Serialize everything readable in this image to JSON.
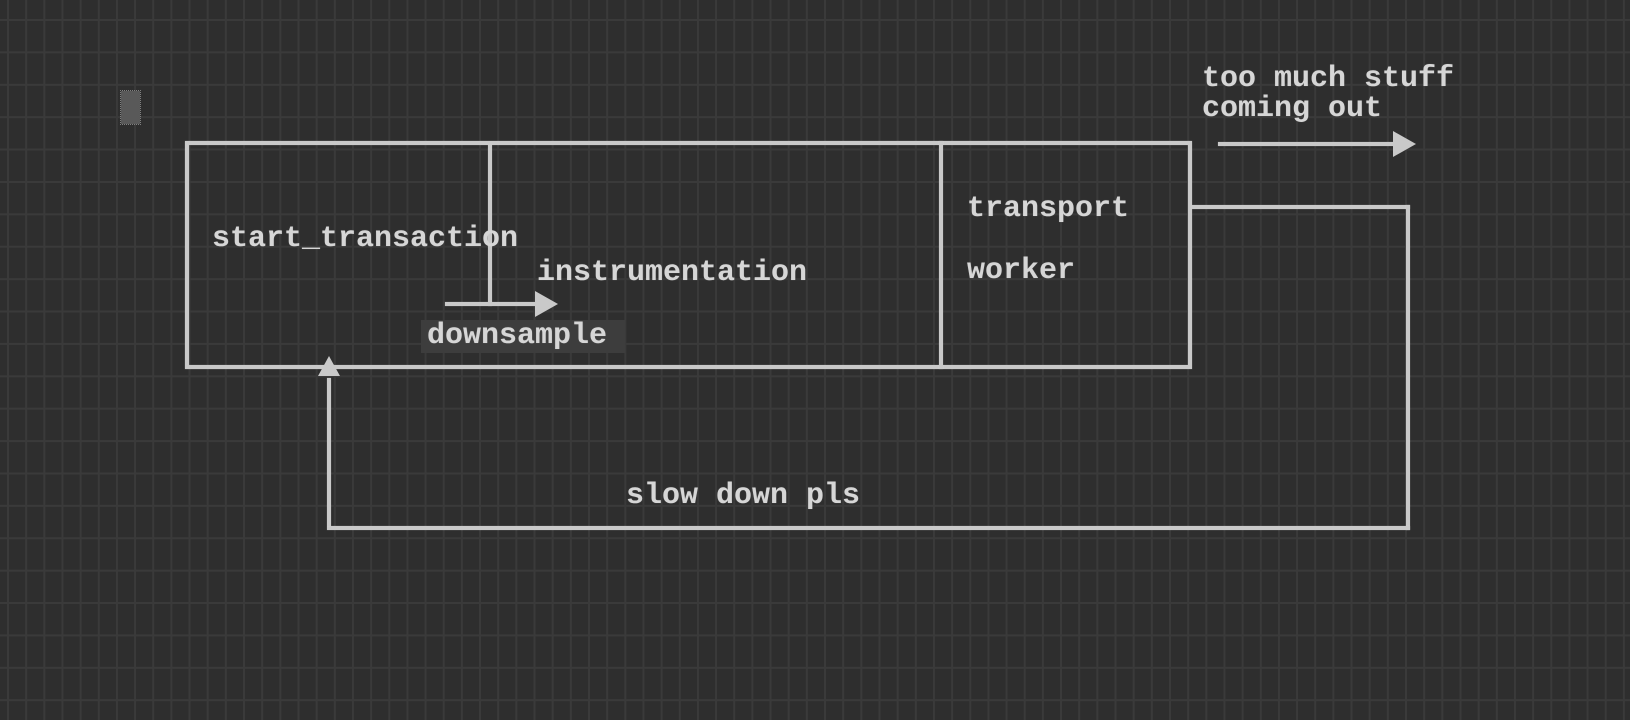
{
  "diagram": {
    "pipeline_box": {
      "stage1_label": "start_transaction",
      "stage2_label": "instrumentation",
      "stage2_sublabel": "downsample",
      "stage3_label_line1": "transport",
      "stage3_label_line2": "worker"
    },
    "output_annotation": {
      "line1": "too much stuff",
      "line2": "coming out"
    },
    "feedback_annotation": {
      "label": "slow down pls"
    },
    "colors": {
      "background": "#2e2e2e",
      "grid_line": "#3a3a3a",
      "stroke": "#c9c9c9",
      "text": "#d6d6d6",
      "cursor_fill": "#595959",
      "downsample_highlight": "#3d3d3d"
    }
  }
}
